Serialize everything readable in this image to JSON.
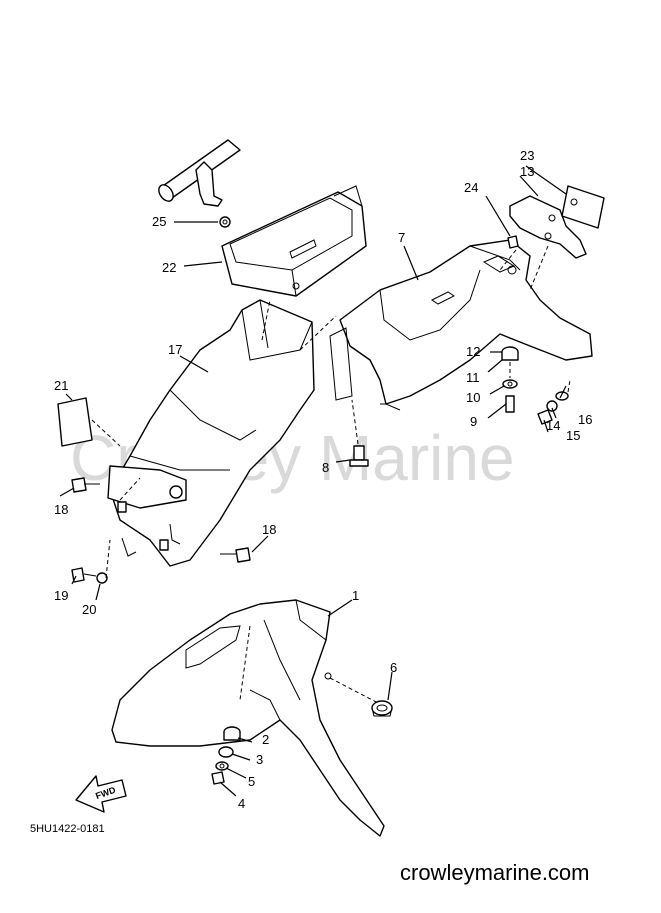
{
  "watermark": "Crowley Marine",
  "diagram_code": "5HU1422-0181",
  "website": "crowleymarine.com",
  "fwd_label": "FWD",
  "callouts": [
    {
      "id": "c1",
      "label": "1"
    },
    {
      "id": "c2",
      "label": "2"
    },
    {
      "id": "c3",
      "label": "3"
    },
    {
      "id": "c4",
      "label": "4"
    },
    {
      "id": "c5",
      "label": "5"
    },
    {
      "id": "c6",
      "label": "6"
    },
    {
      "id": "c7",
      "label": "7"
    },
    {
      "id": "c8",
      "label": "8"
    },
    {
      "id": "c9",
      "label": "9"
    },
    {
      "id": "c10",
      "label": "10"
    },
    {
      "id": "c11",
      "label": "11"
    },
    {
      "id": "c12",
      "label": "12"
    },
    {
      "id": "c13",
      "label": "13"
    },
    {
      "id": "c14",
      "label": "14"
    },
    {
      "id": "c15",
      "label": "15"
    },
    {
      "id": "c16",
      "label": "16"
    },
    {
      "id": "c17",
      "label": "17"
    },
    {
      "id": "c18a",
      "label": "18"
    },
    {
      "id": "c18b",
      "label": "18"
    },
    {
      "id": "c19",
      "label": "19"
    },
    {
      "id": "c20",
      "label": "20"
    },
    {
      "id": "c21",
      "label": "21"
    },
    {
      "id": "c22",
      "label": "22"
    },
    {
      "id": "c23",
      "label": "23"
    },
    {
      "id": "c24",
      "label": "24"
    },
    {
      "id": "c25",
      "label": "25"
    }
  ]
}
